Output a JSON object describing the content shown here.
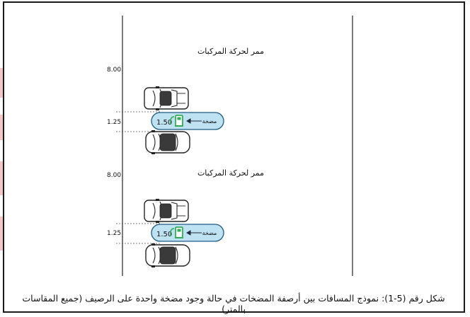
{
  "upper_section": {
    "lane_label": "ممر لحركة المركبات",
    "lane_width": "8.00",
    "island_width": "1.25",
    "island_inner_width": "1.50",
    "pump_label": "مضخة"
  },
  "lower_section": {
    "lane_label": "ممر لحركة المركبات",
    "lane_width": "8.00",
    "island_width": "1.25",
    "island_inner_width": "1.50",
    "pump_label": "مضخة"
  },
  "caption": "شكل رقم (5-1): نموذج المسافات بين أرصفة المضخات في حالة وجود مضخة واحدة على الرصيف (جميع المقاسات بالمتر)",
  "colors": {
    "island_fill": "#bfe2f3",
    "island_stroke": "#1c5a80",
    "pump_green": "#2fae57",
    "car_stroke": "#222222",
    "page_border": "#1a1a1a"
  }
}
